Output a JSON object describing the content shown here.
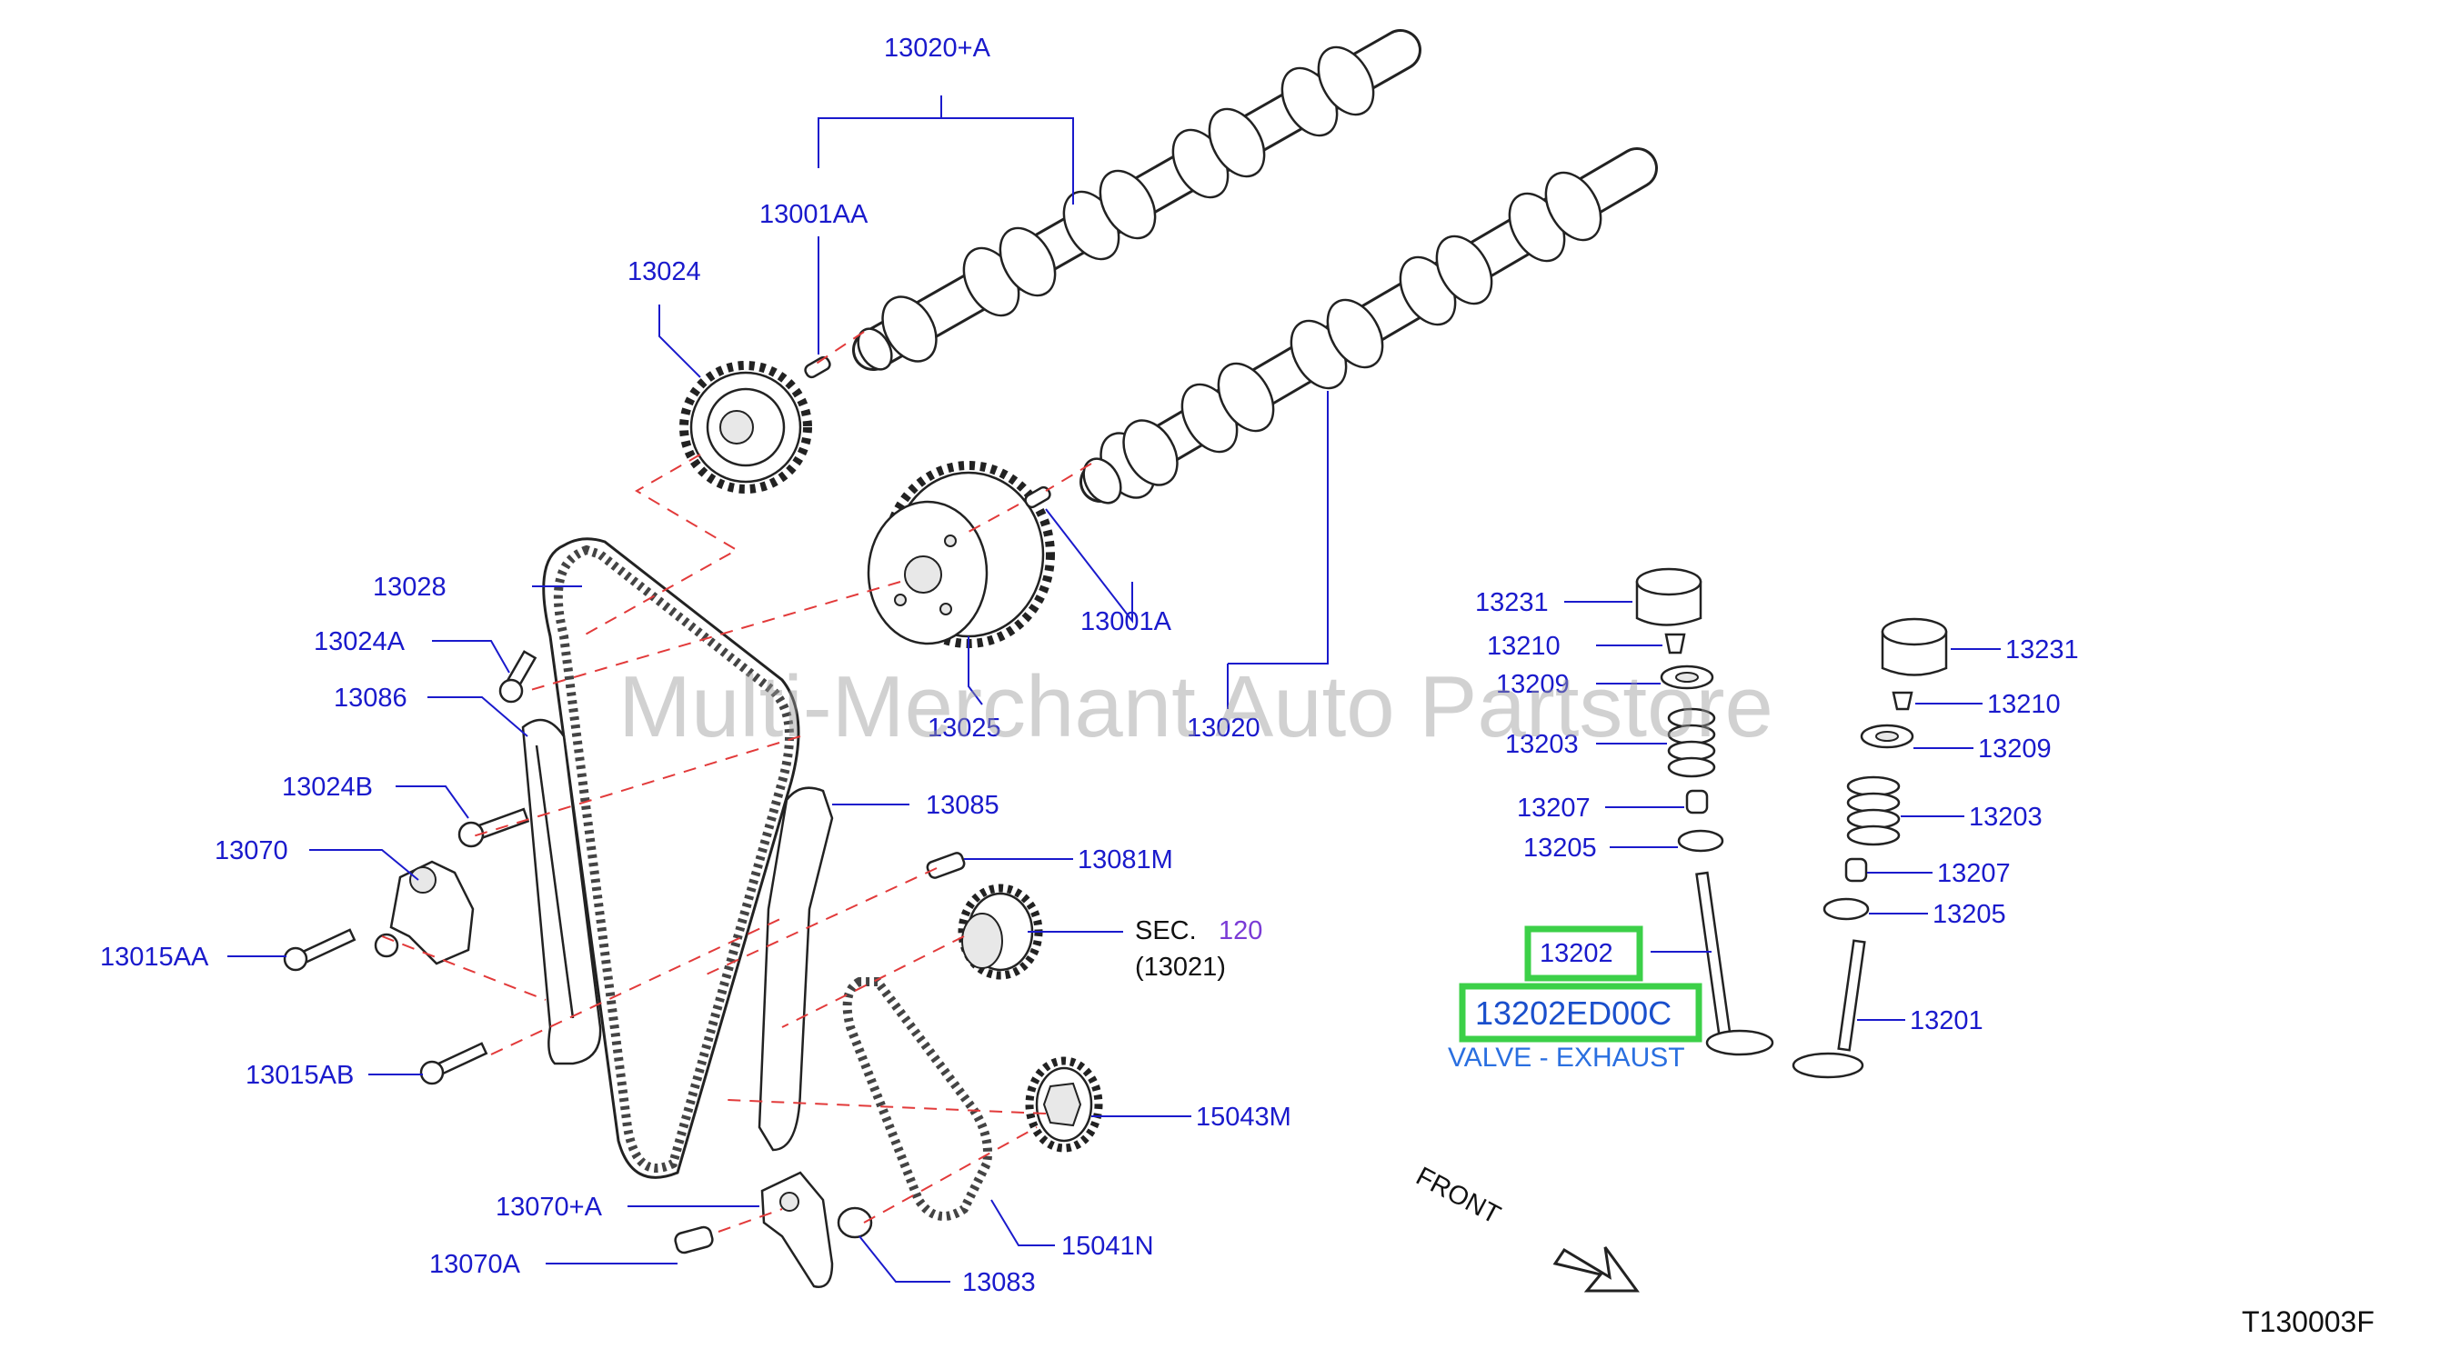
{
  "watermark": "Multi-Merchant Auto Partstore",
  "diagram_code": "T130003F",
  "front_label": "FRONT",
  "labels": {
    "l13020A": "13020+A",
    "l13001AA": "13001AA",
    "l13024": "13024",
    "l13028": "13028",
    "l13024A": "13024A",
    "l13086": "13086",
    "l13024B": "13024B",
    "l13070": "13070",
    "l13015AA": "13015AA",
    "l13015AB": "13015AB",
    "l13070A_plus": "13070+A",
    "l13070A": "13070A",
    "l13025": "13025",
    "l13001A": "13001A",
    "l13020": "13020",
    "l13085": "13085",
    "l13081M": "13081M",
    "sec_text": "SEC.",
    "sec_num": "120",
    "sec_sub": "(13021)",
    "l15043M": "15043M",
    "l15041N": "15041N",
    "l13083": "13083",
    "l13231a": "13231",
    "l13210a": "13210",
    "l13209a": "13209",
    "l13203a": "13203",
    "l13207a": "13207",
    "l13205a": "13205",
    "l13202": "13202",
    "l13231b": "13231",
    "l13210b": "13210",
    "l13209b": "13209",
    "l13203b": "13203",
    "l13207b": "13207",
    "l13205b": "13205",
    "l13201": "13201"
  },
  "highlight": {
    "part_number": "13202ED00C",
    "description": "VALVE - EXHAUST",
    "color": "#3cd048"
  }
}
